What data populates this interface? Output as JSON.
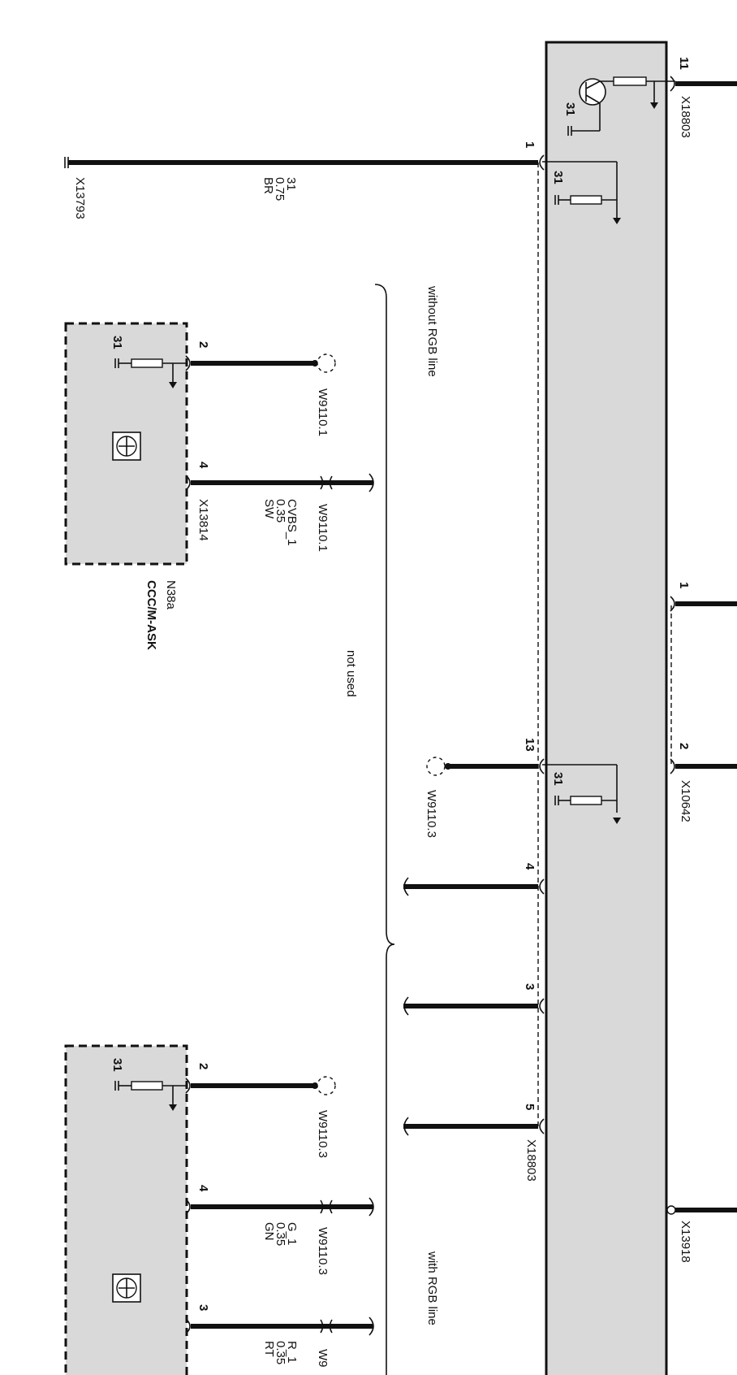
{
  "connectors": {
    "x18803_top": "X18803",
    "x18803_bottom": "X18803",
    "x13793": "X13793",
    "x10642": "X10642",
    "x13918": "X13918",
    "x13814": "X13814"
  },
  "pins": {
    "p11": "11",
    "p1_main": "1",
    "p1_x10642": "1",
    "p2_x10642": "2",
    "p13": "13",
    "p4_main": "4",
    "p3_main": "3",
    "p5_main": "5",
    "p2_n38a": "2",
    "p4_n38a": "4",
    "p2_lower": "2",
    "p4_lower": "4",
    "p3_lower": "3"
  },
  "grounds": {
    "g_transistor": "31",
    "g_pin1": "31",
    "g_pin13": "31",
    "g_n38a": "31",
    "g_lower": "31"
  },
  "wires": {
    "ground_wire": {
      "signal": "31",
      "gauge": "0.75",
      "color": "BR"
    },
    "cvbs": {
      "signal": "CVBS_1",
      "gauge": "0.35",
      "color": "SW"
    },
    "green": {
      "signal": "G_1",
      "gauge": "0.35",
      "color": "GN"
    },
    "red": {
      "signal": "R_1",
      "gauge": "0.35",
      "color": "RT"
    }
  },
  "splices": {
    "w9110_1_a": "W9110.1",
    "w9110_1_b": "W9110.1",
    "w9110_3_a": "W9110.3",
    "w9110_3_b": "W9110.3",
    "w9110_3_c": "W9110.3",
    "w9110_partial": "W9"
  },
  "variants": {
    "without_rgb": "without RGB line",
    "not_used": "not used",
    "with_rgb": "with RGB line"
  },
  "component": {
    "id": "N38a",
    "name": "CCC/M-ASK"
  }
}
